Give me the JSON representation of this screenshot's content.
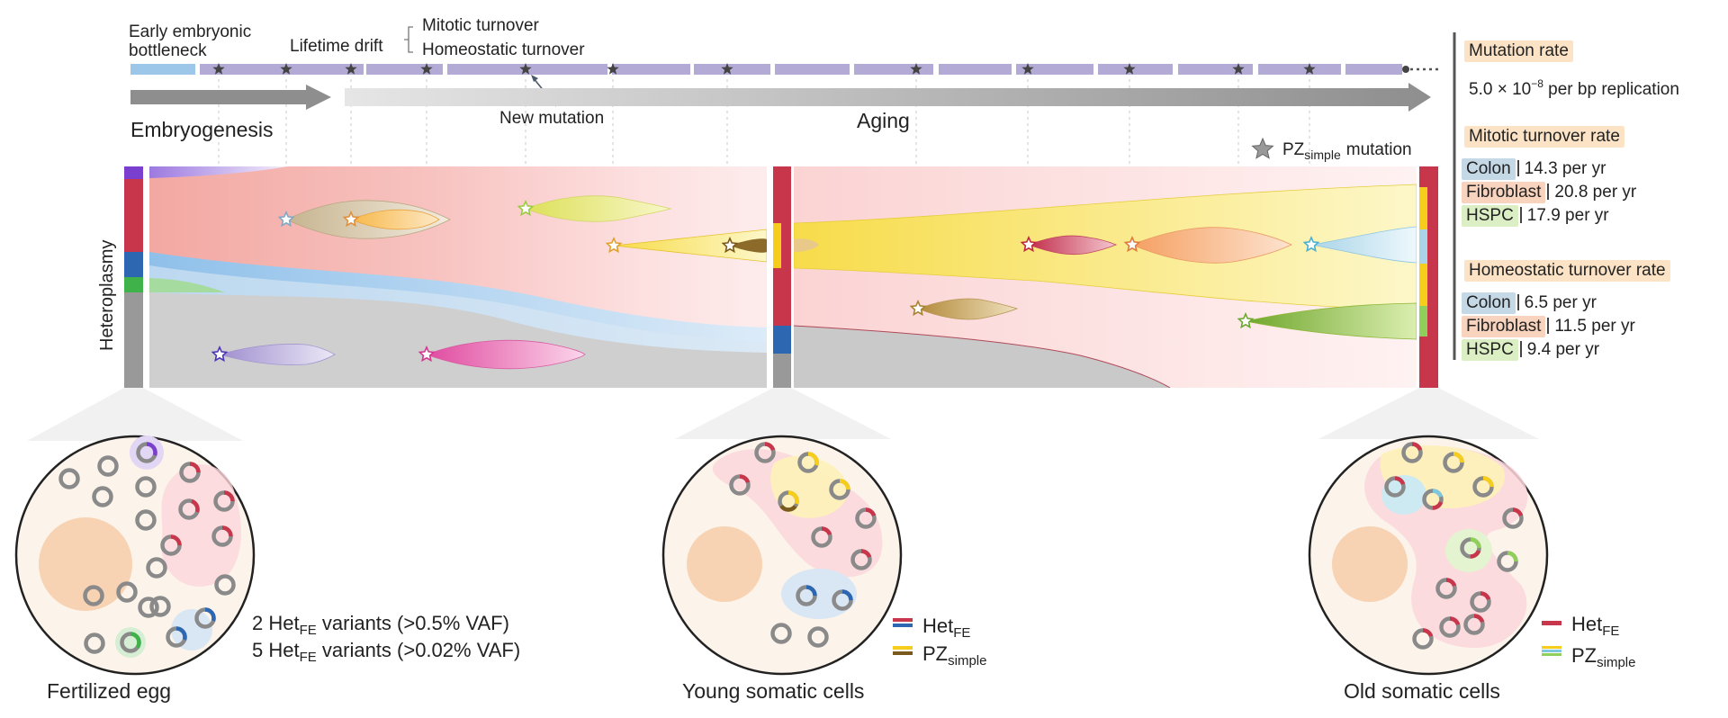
{
  "timeline": {
    "early_bottleneck_line1": "Early embryonic",
    "early_bottleneck_line2": "bottleneck",
    "lifetime_drift": "Lifetime drift",
    "mitotic_turnover": "Mitotic turnover",
    "homeostatic_turnover": "Homeostatic turnover",
    "new_mutation": "New mutation",
    "embryogenesis": "Embryogenesis",
    "aging": "Aging",
    "pz_mutation_prefix": "PZ",
    "pz_mutation_sub": "simple",
    "pz_mutation_suffix": "mutation"
  },
  "heteroplasmy_label": "Heteroplasmy",
  "rates": {
    "mutation_rate_title": "Mutation rate",
    "mutation_rate_mantissa": "5.0 × 10",
    "mutation_rate_exp": "−8",
    "mutation_rate_unit": "per bp replication",
    "mitotic_title": "Mitotic turnover rate",
    "mitotic": [
      {
        "tissue": "Colon",
        "value": "14.3 per yr",
        "color": "#c5d8e6"
      },
      {
        "tissue": "Fibroblast",
        "value": "20.8 per yr",
        "color": "#f8d4bf"
      },
      {
        "tissue": "HSPC",
        "value": "17.9 per yr",
        "color": "#dcefc4"
      }
    ],
    "homeostatic_title": "Homeostatic turnover rate",
    "homeostatic": [
      {
        "tissue": "Colon",
        "value": "6.5 per yr",
        "color": "#c5d8e6"
      },
      {
        "tissue": "Fibroblast",
        "value": "11.5 per yr",
        "color": "#f8d4bf"
      },
      {
        "tissue": "HSPC",
        "value": "9.4 per yr",
        "color": "#dcefc4"
      }
    ],
    "title_bg": "#fce3c6"
  },
  "cells": {
    "fertilized_egg": "Fertilized egg",
    "young": "Young somatic cells",
    "old": "Old somatic cells"
  },
  "egg_notes": {
    "line1_prefix": "2 Het",
    "line1_sub": "FE",
    "line1_suffix": " variants (>0.5% VAF)",
    "line2_prefix": "5 Het",
    "line2_sub": "FE",
    "line2_suffix": " variants (>0.02% VAF)"
  },
  "legend_young": {
    "het_prefix": "Het",
    "het_sub": "FE",
    "pz_prefix": "PZ",
    "pz_sub": "simple"
  },
  "legend_old": {
    "het_prefix": "Het",
    "het_sub": "FE",
    "pz_prefix": "PZ",
    "pz_sub": "simple"
  },
  "colors": {
    "red": "#c8364b",
    "blue": "#2e67b1",
    "green": "#3fb24a",
    "gray": "#999999",
    "purple": "#7b3fd0",
    "yellow": "#f6cd1b",
    "timeline_purple": "#b3abd6",
    "timeline_blue": "#9cc7e8"
  }
}
